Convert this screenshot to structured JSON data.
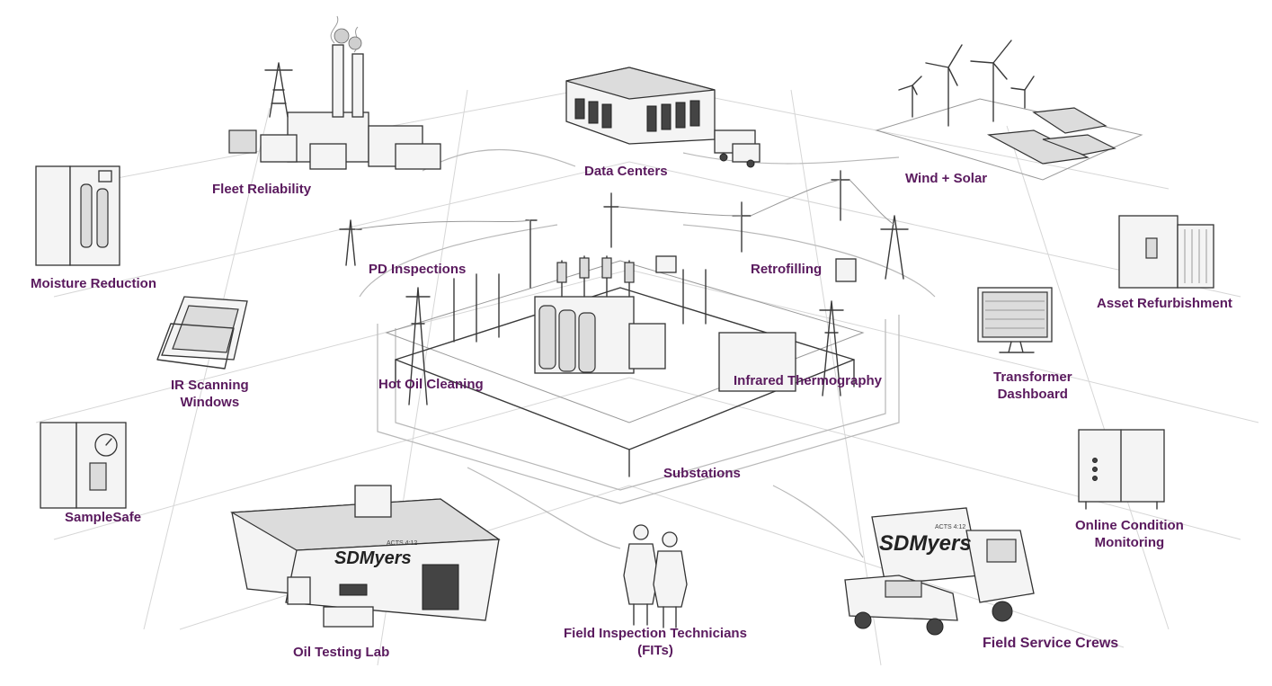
{
  "diagram": {
    "labels": {
      "fleet_reliability": "Fleet Reliability",
      "data_centers": "Data Centers",
      "wind_solar": "Wind + Solar",
      "moisture_reduction": "Moisture Reduction",
      "pd_inspections": "PD Inspections",
      "retrofilling": "Retrofilling",
      "asset_refurbishment": "Asset Refurbishment",
      "ir_scanning_line1": "IR Scanning",
      "ir_scanning_line2": "Windows",
      "hot_oil_cleaning": "Hot Oil Cleaning",
      "infrared_thermography": "Infrared Thermography",
      "transformer_dashboard_line1": "Transformer",
      "transformer_dashboard_line2": "Dashboard",
      "substations": "Substations",
      "samplesafe": "SampleSafe",
      "online_condition_line1": "Online Condition",
      "online_condition_line2": "Monitoring",
      "oil_testing_lab": "Oil Testing Lab",
      "field_inspection_line1": "Field Inspection Technicians",
      "field_inspection_line2": "(FITs)",
      "field_service_crews": "Field Service Crews"
    },
    "brand": {
      "logo_text": "SDMyers",
      "logo_tagline": "ACTS 4:12"
    },
    "label_color": "#5a1a5e",
    "sketch_color": "#3a3a3a"
  }
}
